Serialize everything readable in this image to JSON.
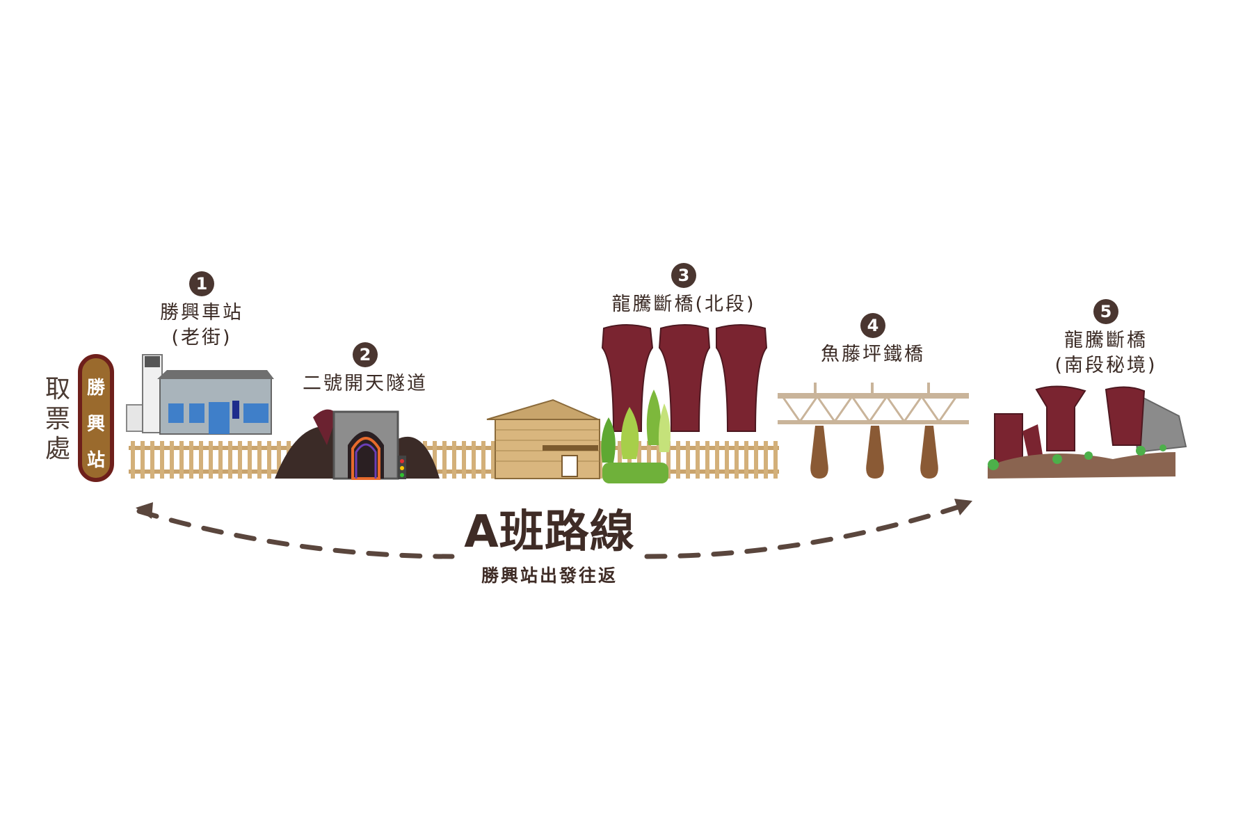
{
  "ticket_office": {
    "chars": [
      "取",
      "票",
      "處"
    ]
  },
  "station_badge": {
    "chars": [
      "勝",
      "興",
      "站"
    ],
    "color_fill": "#9a6a2d",
    "color_border": "#6e1f1b"
  },
  "stops": [
    {
      "number": "1",
      "line1": "勝興車站",
      "line2": "(老街)"
    },
    {
      "number": "2",
      "line1": "二號開天隧道",
      "line2": ""
    },
    {
      "number": "3",
      "line1": "龍騰斷橋(北段)",
      "line2": ""
    },
    {
      "number": "4",
      "line1": "魚藤坪鐵橋",
      "line2": ""
    },
    {
      "number": "5",
      "line1": "龍騰斷橋",
      "line2": "(南段秘境)"
    }
  ],
  "route": {
    "title": "A班路線",
    "subtitle": "勝興站出發往返"
  },
  "colors": {
    "text": "#3a2a24",
    "brick": "#7a2430",
    "track": "#c9a46d",
    "dash": "#5a463d"
  }
}
